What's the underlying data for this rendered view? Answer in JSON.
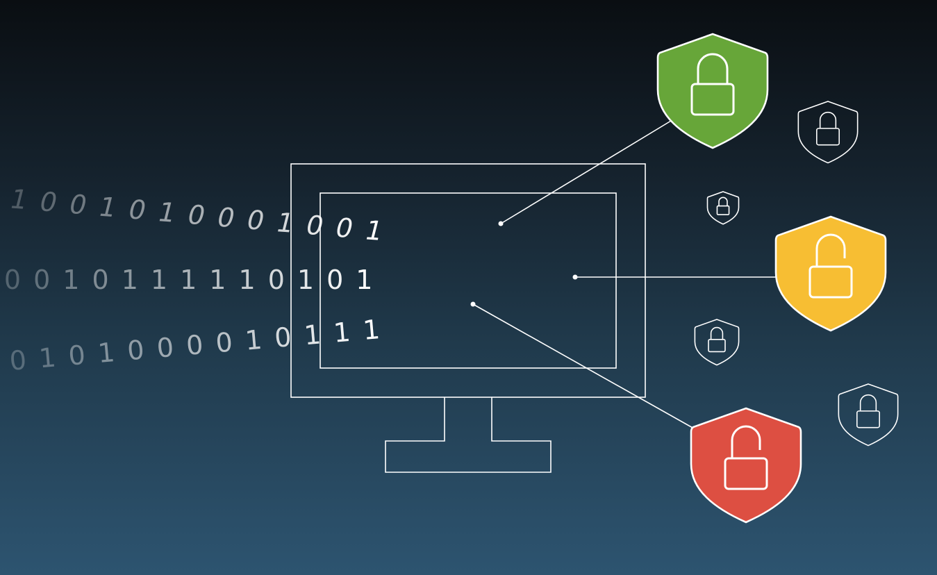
{
  "binary_rows": [
    [
      "1",
      "0",
      "0",
      "1",
      "0",
      "1",
      "0",
      "0",
      "0",
      "1",
      "0",
      "0",
      "1"
    ],
    [
      "0",
      "0",
      "1",
      "0",
      "1",
      "1",
      "1",
      "1",
      "1",
      "0",
      "1",
      "0",
      "1"
    ],
    [
      "0",
      "1",
      "0",
      "1",
      "0",
      "0",
      "0",
      "0",
      "1",
      "0",
      "1",
      "1",
      "1"
    ]
  ],
  "shields": {
    "secure": {
      "color": "#67a639",
      "lock": "closed"
    },
    "warning": {
      "color": "#f7be33",
      "lock": "open"
    },
    "breach": {
      "color": "#dd4f42",
      "lock": "open"
    }
  },
  "colors": {
    "stroke": "#ffffff",
    "bg_top": "#0a0e12",
    "bg_bottom": "#2d5470"
  }
}
